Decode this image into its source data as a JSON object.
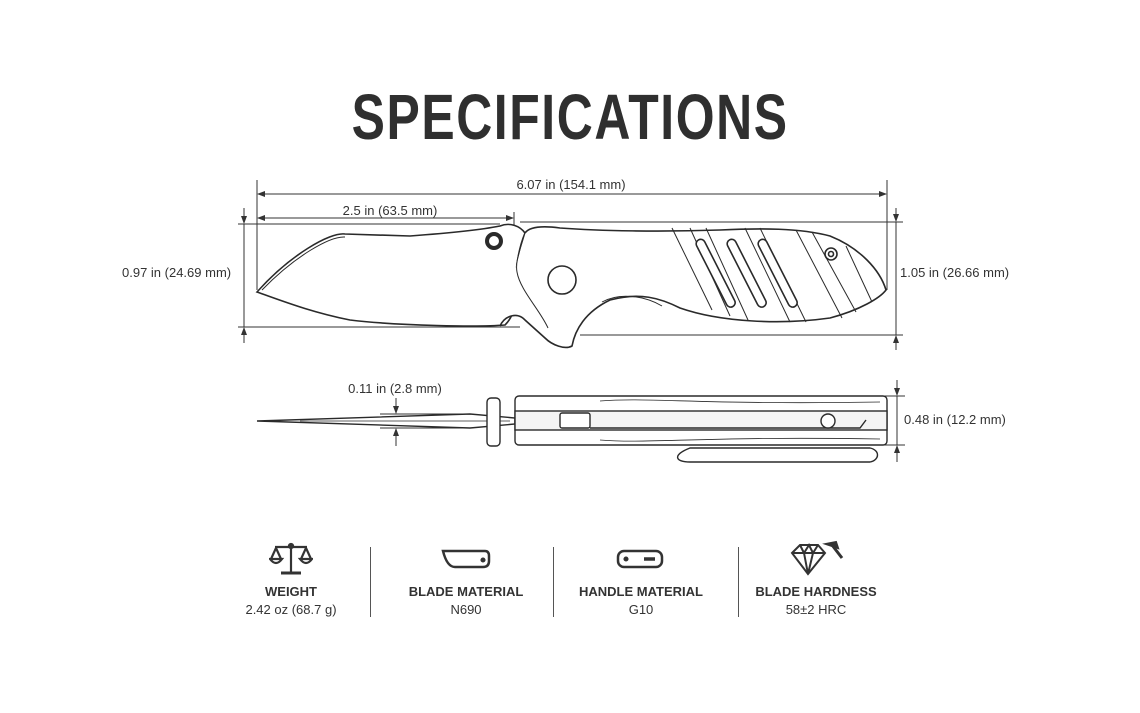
{
  "title": "SPECIFICATIONS",
  "dimensions": {
    "overall_length": "6.07 in (154.1 mm)",
    "blade_length": "2.5 in (63.5 mm)",
    "blade_width": "0.97 in (24.69 mm)",
    "handle_width": "1.05 in (26.66 mm)",
    "blade_thickness": "0.11 in (2.8 mm)",
    "handle_thickness": "0.48 in (12.2 mm)"
  },
  "specs": [
    {
      "icon": "scale-icon",
      "label": "WEIGHT",
      "value": "2.42 oz (68.7 g)"
    },
    {
      "icon": "blade-icon",
      "label": "BLADE MATERIAL",
      "value": "N690"
    },
    {
      "icon": "handle-icon",
      "label": "HANDLE MATERIAL",
      "value": "G10"
    },
    {
      "icon": "diamond-hammer-icon",
      "label": "BLADE HARDNESS",
      "value": "58±2 HRC"
    }
  ]
}
